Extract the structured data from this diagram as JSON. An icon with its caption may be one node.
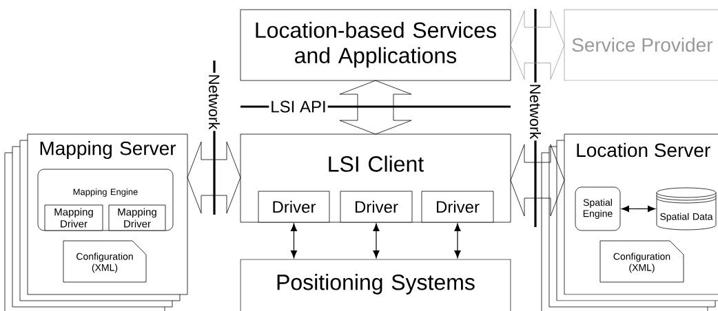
{
  "diagram": {
    "nodes": [
      {
        "text": [
          "Location-based Services and Applications"
        ]
      },
      {
        "text": [
          "Service Provider"
        ]
      },
      {
        "text": [
          "LSI Client"
        ]
      },
      {
        "text": [
          "Driver"
        ],
        "in": 2
      },
      {
        "text": [
          "Driver"
        ],
        "in": 2
      },
      {
        "text": [
          "Driver"
        ],
        "in": 2
      },
      {
        "text": [
          "Positioning Systems"
        ]
      },
      {
        "text": [
          "Mapping Server"
        ]
      },
      {
        "text": [
          "Mapping Engine"
        ],
        "in": 7
      },
      {
        "text": [
          "Mapping Driver"
        ],
        "in": 8
      },
      {
        "text": [
          "Mapping Driver"
        ],
        "in": 8
      },
      {
        "text": [
          "Configuration (XML)"
        ],
        "in": 7
      },
      {
        "text": [
          "Location Server"
        ]
      },
      {
        "text": [
          "Spatial Engine"
        ],
        "in": 12
      },
      {
        "text": [
          "Spatial Data"
        ],
        "in": 12
      },
      {
        "text": [
          "Configuration (XML)"
        ],
        "in": 12
      }
    ],
    "edges": [
      {
        "from": 0,
        "to": 2,
        "arrow": "both",
        "style": "thick"
      },
      {
        "from": 0,
        "to": 1,
        "arrow": "both",
        "style": "thick",
        "color": "#999999"
      },
      {
        "from": 7,
        "to": 2,
        "arrow": "both",
        "style": "thick"
      },
      {
        "from": 2,
        "to": 12,
        "arrow": "both",
        "style": "thick"
      },
      {
        "from": 3,
        "to": 6,
        "arrow": "both"
      },
      {
        "from": 4,
        "to": 6,
        "arrow": "both"
      },
      {
        "from": 5,
        "to": 6,
        "arrow": "both"
      },
      {
        "from": 13,
        "to": 14,
        "arrow": "both"
      }
    ],
    "labels": [
      "Network",
      "Network",
      "LSI API"
    ]
  }
}
